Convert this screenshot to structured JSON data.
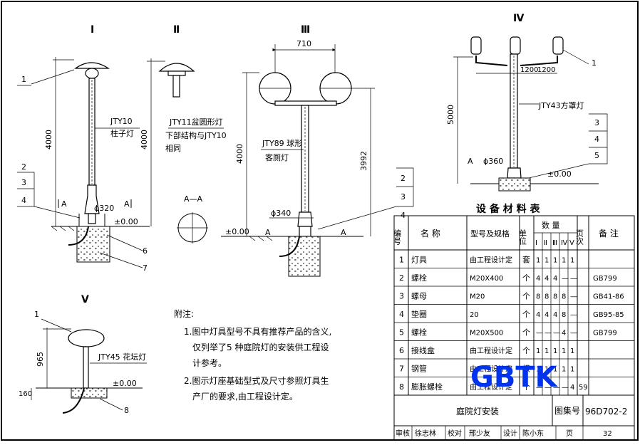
{
  "views": {
    "v1": {
      "roman": "Ⅰ",
      "height_dim": "4000",
      "lamp_label": "JTY10",
      "lamp_label2": "柱子灯",
      "diameter": "ϕ320",
      "level": "±0.00",
      "section": "A",
      "callouts": [
        "1",
        "2",
        "3",
        "4",
        "6",
        "7"
      ]
    },
    "v2": {
      "roman": "Ⅱ",
      "height_dim": "4000",
      "lamp_label": "JTY11盆圆形灯",
      "lamp_label2": "下部结构与JTY10",
      "lamp_label3": "相同"
    },
    "v3": {
      "roman": "Ⅲ",
      "width_dim": "710",
      "height_dim": "4000",
      "height_dim2": "3992",
      "lamp_label": "JTY89 球形",
      "lamp_label2": "客厕灯",
      "diameter": "ϕ340",
      "level": "±0.00",
      "section": "A",
      "section_title": "A—A",
      "callouts": [
        "2",
        "3",
        "4"
      ]
    },
    "v4": {
      "roman": "Ⅳ",
      "arm_dim": "1200",
      "arm_dim2": "1200",
      "height_dim": "5000",
      "lamp_label": "JTY43方罩灯",
      "diameter": "ϕ360",
      "level": "±0.00",
      "section": "A",
      "callouts": [
        "1",
        "3",
        "4",
        "5"
      ]
    },
    "v5": {
      "roman": "Ⅴ",
      "height_dim": "965",
      "base_dim": "160",
      "lamp_label": "JTY45 花坛灯",
      "level": "±0.00",
      "callouts": [
        "1",
        "8"
      ]
    }
  },
  "notes": {
    "title": "附注:",
    "lines": [
      "1.图中灯具型号不具有推荐产品的含义,",
      "仅列举了5 种庭院灯的安装供工程设",
      "计参考。",
      "2.图示灯座基础型式及尺寸参照灯具生",
      "产厂的要求,由工程设计定。"
    ]
  },
  "equipment_table": {
    "title": "设 备 材 料 表",
    "headers": {
      "no": "编号",
      "name": "名 称",
      "model": "型号及规格",
      "unit": "单位",
      "qty": "数 量",
      "qty_cols": [
        "Ⅰ",
        "Ⅱ",
        "Ⅲ",
        "Ⅳ",
        "Ⅴ"
      ],
      "page": "页次",
      "remark": "备 注"
    },
    "rows": [
      {
        "no": "1",
        "name": "灯具",
        "model": "由工程设计定",
        "unit": "套",
        "q": [
          "1",
          "1",
          "1",
          "1",
          "1"
        ],
        "page": "",
        "remark": ""
      },
      {
        "no": "2",
        "name": "螺栓",
        "model": "M20X400",
        "unit": "个",
        "q": [
          "4",
          "4",
          "4",
          "—",
          "—"
        ],
        "page": "",
        "remark": "GB799"
      },
      {
        "no": "3",
        "name": "螺母",
        "model": "M20",
        "unit": "个",
        "q": [
          "8",
          "8",
          "8",
          "8",
          "—"
        ],
        "page": "",
        "remark": "GB41-86"
      },
      {
        "no": "4",
        "name": "垫圈",
        "model": "20",
        "unit": "个",
        "q": [
          "4",
          "4",
          "4",
          "8",
          "—"
        ],
        "page": "",
        "remark": "GB95-85"
      },
      {
        "no": "5",
        "name": "螺栓",
        "model": "M20X500",
        "unit": "个",
        "q": [
          "—",
          "—",
          "—",
          "4",
          "—"
        ],
        "page": "",
        "remark": "GB799"
      },
      {
        "no": "6",
        "name": "接线盒",
        "model": "由工程设计定",
        "unit": "个",
        "q": [
          "1",
          "1",
          "1",
          "1",
          "1"
        ],
        "page": "",
        "remark": ""
      },
      {
        "no": "7",
        "name": "钢管",
        "model": "由工程设计定",
        "unit": "根",
        "q": [
          "1",
          "1",
          "1",
          "1",
          "1"
        ],
        "page": "",
        "remark": ""
      },
      {
        "no": "8",
        "name": "膨胀螺栓",
        "model": "由工程设计定",
        "unit": "个",
        "q": [
          "—",
          "—",
          "—",
          "—",
          "4"
        ],
        "page": "59",
        "remark": ""
      }
    ]
  },
  "title_block": {
    "drawing_title": "庭院灯安装",
    "atlas_label": "图集号",
    "atlas_no": "96D702-2",
    "review_label": "审核",
    "review_name": "徐志林",
    "check_label": "校对",
    "check_name": "邢少友",
    "design_label": "设计",
    "design_name": "陈小东",
    "page_label": "页",
    "page_no": "32"
  },
  "watermark": "GBTK"
}
